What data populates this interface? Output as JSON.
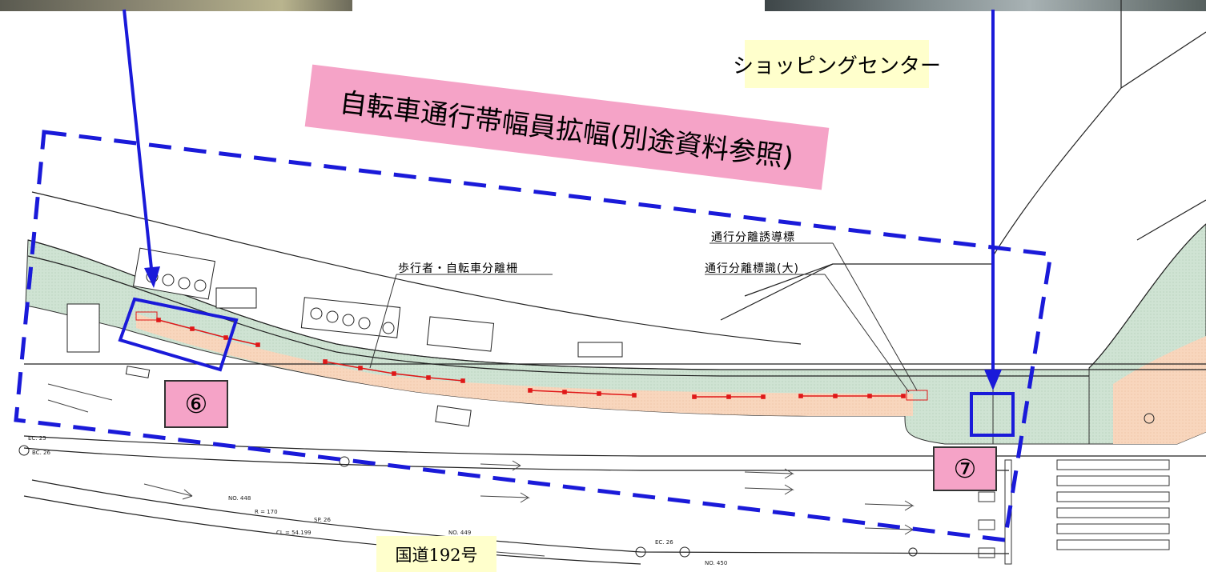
{
  "labels": {
    "shopping_center": "ショッピングセンター",
    "widening_note": "自転車通行帯幅員拡幅(別途資料参照)",
    "marker_6": "⑥",
    "marker_7": "⑦",
    "route": "国道192号",
    "separation_fence": "歩行者・自転車分離柵",
    "guide_post": "通行分離誘導標",
    "separation_sign": "通行分離標識(大)"
  },
  "drawing_text": {
    "ec25": "EC. 25",
    "bc26": "BC. 26",
    "no448": "NO. 448",
    "r170": "R = 170",
    "sp26": "SP. 26",
    "cl": "CL = 54.199",
    "no449": "NO. 449",
    "ec26": "EC. 26",
    "no450": "NO. 450"
  },
  "colors": {
    "sidewalk_green": "#cfe3d3",
    "bike_lane_orange": "#f8d6bd",
    "callout_blue": "#1a1ad9",
    "fence_red": "#e01818",
    "label_pink": "#f5a3c7",
    "label_yellow": "#ffffcc"
  }
}
